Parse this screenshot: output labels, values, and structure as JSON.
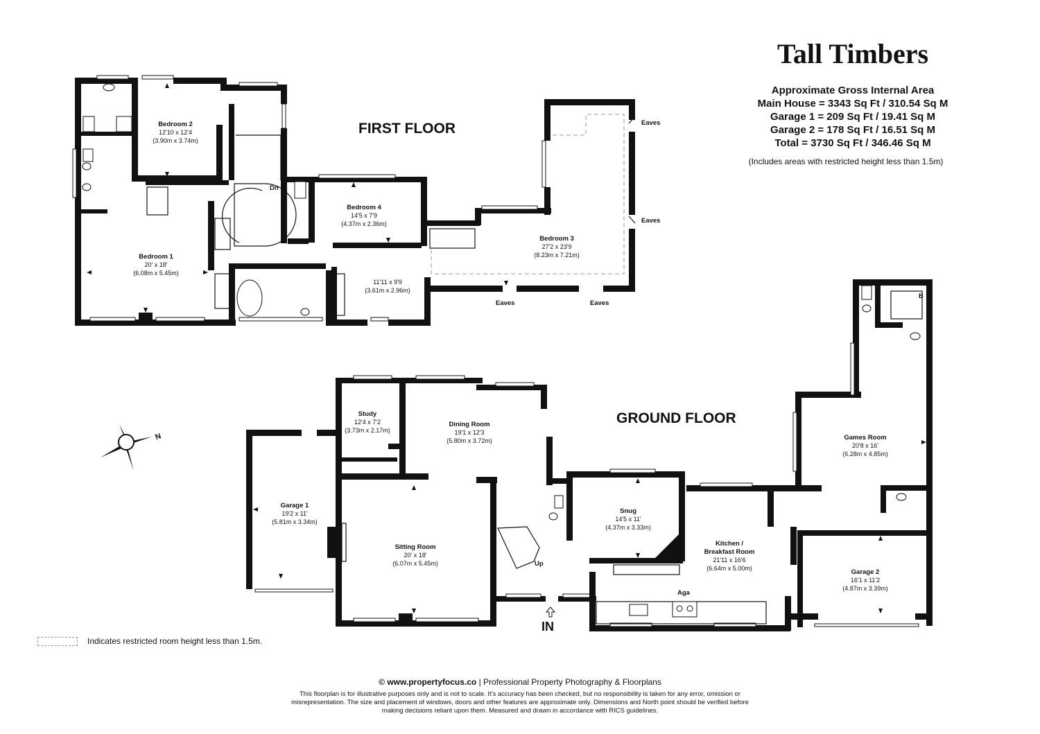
{
  "property_name": "Tall Timbers",
  "area_summary": {
    "heading": "Approximate Gross Internal Area",
    "lines": [
      "Main House = 3343 Sq Ft / 310.54 Sq M",
      "Garage 1 = 209 Sq Ft / 19.41 Sq M",
      "Garage 2 = 178 Sq Ft / 16.51 Sq M",
      "Total = 3730 Sq Ft / 346.46 Sq M"
    ],
    "note": "(Includes areas with restricted height less than 1.5m)"
  },
  "floors": {
    "first": {
      "title": "FIRST FLOOR",
      "rooms": [
        {
          "name": "Bedroom 2",
          "imperial": "12'10 x 12'4",
          "metric": "(3.90m x 3.74m)"
        },
        {
          "name": "Bedroom 4",
          "imperial": "14'5 x 7'9",
          "metric": "(4.37m x 2.36m)"
        },
        {
          "name": "Bedroom 3",
          "imperial": "27'2 x 23'9",
          "metric": "(8.23m x 7.21m)"
        },
        {
          "name": "Bedroom 1",
          "imperial": "20' x 18'",
          "metric": "(6.08m x 5.45m)"
        },
        {
          "name": "",
          "imperial": "11'11 x 9'9",
          "metric": "(3.61m x 2.96m)"
        }
      ],
      "labels": {
        "stairs_down": "Dn",
        "eaves": "Eaves"
      }
    },
    "ground": {
      "title": "GROUND FLOOR",
      "rooms": [
        {
          "name": "Study",
          "imperial": "12'4 x 7'2",
          "metric": "(3.73m x 2.17m)"
        },
        {
          "name": "Dining Room",
          "imperial": "19'1 x 12'3",
          "metric": "(5.80m x 3.72m)"
        },
        {
          "name": "Garage 1",
          "imperial": "19'2 x 11'",
          "metric": "(5.81m x 3.34m)"
        },
        {
          "name": "Sitting Room",
          "imperial": "20' x 18'",
          "metric": "(6.07m x 5.45m)"
        },
        {
          "name": "Snug",
          "imperial": "14'5 x 11'",
          "metric": "(4.37m x 3.33m)"
        },
        {
          "name": "Kitchen /",
          "name2": "Breakfast Room",
          "imperial": "21'11 x 16'6",
          "metric": "(6.64m x 5.00m)"
        },
        {
          "name": "Games Room",
          "imperial": "20'8 x 16'",
          "metric": "(6.28m x 4.85m)"
        },
        {
          "name": "Garage 2",
          "imperial": "16'1 x 11'2",
          "metric": "(4.87m x 3.39m)"
        }
      ],
      "labels": {
        "stairs_up": "Up",
        "aga": "Aga",
        "entrance": "IN",
        "boiler": "B"
      }
    }
  },
  "compass": {
    "letter": "N"
  },
  "legend": {
    "text": "Indicates restricted room height less than 1.5m."
  },
  "footer": {
    "site": "© www.propertyfocus.co",
    "tagline": " | Professional Property Photography & Floorplans",
    "disclaimer": "This floorplan is for illustrative purposes only and is not to scale. It's accuracy has been checked, but no responsibility is taken for any error, omission or misrepresentation. The size and placement of windows, doors and other features are approximate only. Dimensions and North point should be verified before making decisions reliant upon them. Measured and drawn in accordance with RICS guidelines."
  }
}
